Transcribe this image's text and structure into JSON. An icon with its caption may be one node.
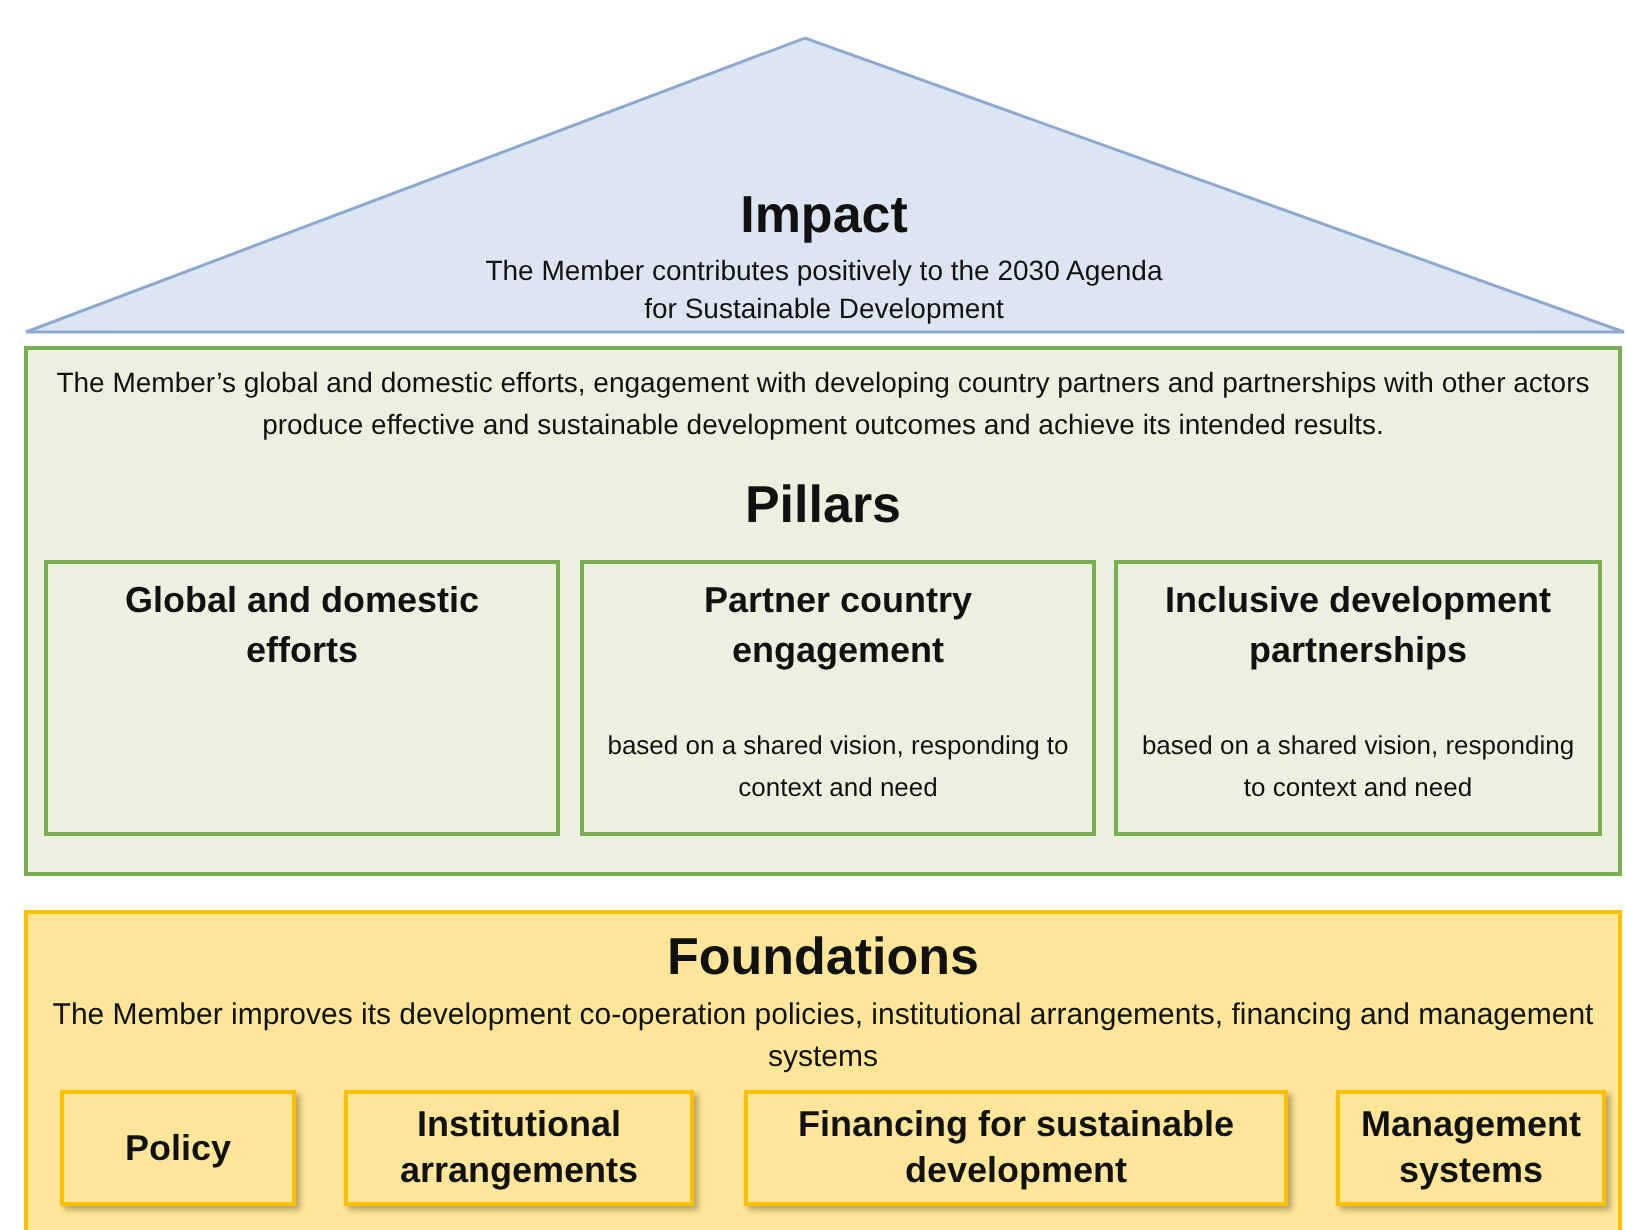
{
  "diagram": {
    "nodes": [
      {
        "text": [
          "Impact",
          "The Member contributes positively to the 2030 Agenda for Sustainable Development"
        ]
      },
      {
        "text": [
          "The Member’s global and domestic efforts, engagement with developing country partners and partnerships with other actors produce effective and sustainable development outcomes and achieve its intended results.",
          "Pillars"
        ]
      },
      {
        "text": [
          "Global and domestic efforts"
        ],
        "in": 1
      },
      {
        "text": [
          "Partner country engagement",
          "based on a shared vision, responding to context and need"
        ],
        "in": 1
      },
      {
        "text": [
          "Inclusive development partnerships",
          "based on a shared vision, responding to context and need"
        ],
        "in": 1
      },
      {
        "text": [
          "Foundations",
          "The Member improves its development co-operation policies, institutional arrangements, financing and management systems"
        ]
      },
      {
        "text": [
          "Policy"
        ],
        "in": 5
      },
      {
        "text": [
          "Institutional arrangements"
        ],
        "in": 5
      },
      {
        "text": [
          "Financing for sustainable development"
        ],
        "in": 5
      },
      {
        "text": [
          "Management systems"
        ],
        "in": 5
      }
    ]
  }
}
